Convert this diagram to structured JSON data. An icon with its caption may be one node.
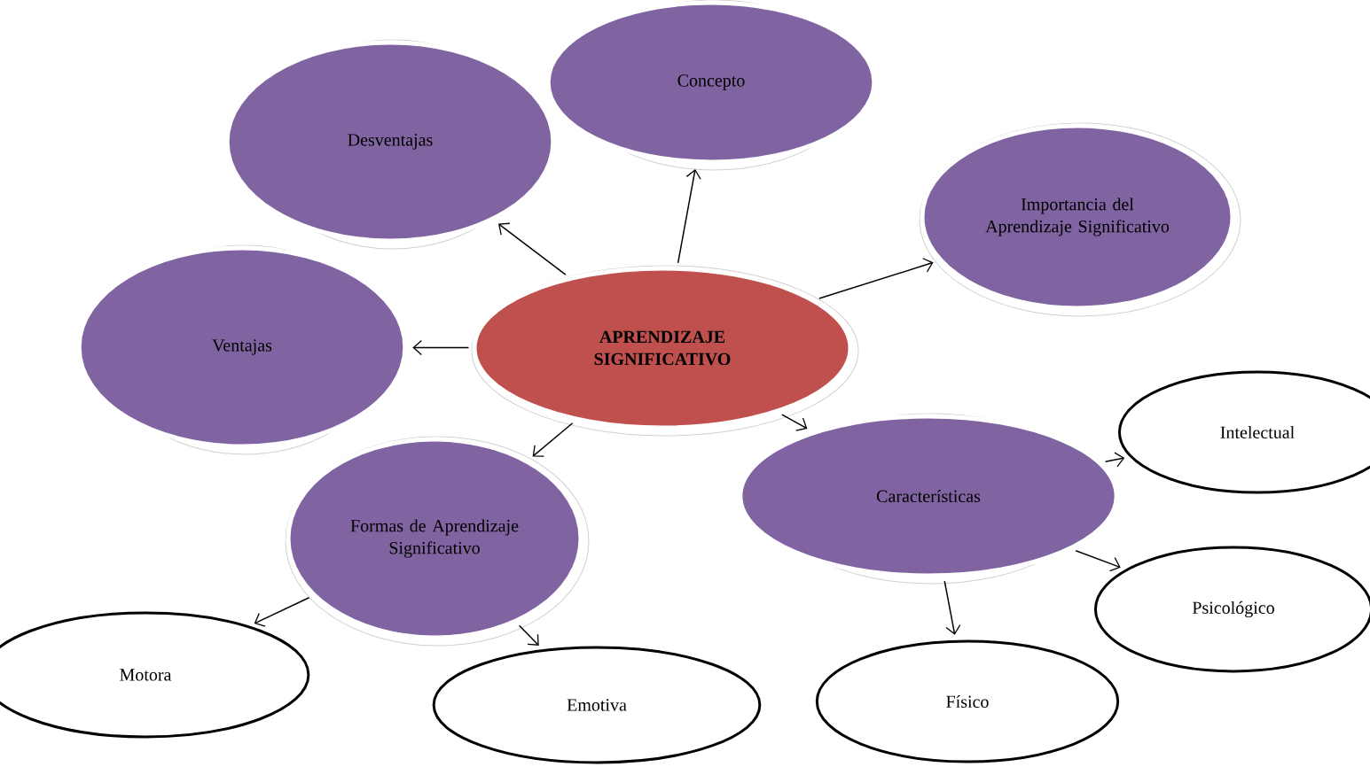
{
  "diagram": {
    "nodes": [
      {
        "text": [
          "APRENDIZAJE SIGNIFICATIVO"
        ]
      },
      {
        "text": [
          "Concepto"
        ]
      },
      {
        "text": [
          "Desventajas"
        ]
      },
      {
        "text": [
          "Importancia del Aprendizaje Significativo"
        ]
      },
      {
        "text": [
          "Ventajas"
        ]
      },
      {
        "text": [
          "Formas de Aprendizaje Significativo"
        ]
      },
      {
        "text": [
          "Características"
        ]
      },
      {
        "text": [
          "Intelectual"
        ]
      },
      {
        "text": [
          "Psicológico"
        ]
      },
      {
        "text": [
          "Motora"
        ]
      },
      {
        "text": [
          "Emotiva"
        ]
      },
      {
        "text": [
          "Físico"
        ]
      }
    ],
    "edges": [
      {
        "from": 0,
        "to": 1,
        "arrow": "to"
      },
      {
        "from": 0,
        "to": 2,
        "arrow": "to"
      },
      {
        "from": 0,
        "to": 3,
        "arrow": "to"
      },
      {
        "from": 0,
        "to": 4,
        "arrow": "to"
      },
      {
        "from": 0,
        "to": 5,
        "arrow": "to"
      },
      {
        "from": 0,
        "to": 6,
        "arrow": "to"
      },
      {
        "from": 6,
        "to": 7,
        "arrow": "to"
      },
      {
        "from": 6,
        "to": 8,
        "arrow": "to"
      },
      {
        "from": 6,
        "to": 11,
        "arrow": "to"
      },
      {
        "from": 5,
        "to": 9,
        "arrow": "to"
      },
      {
        "from": 5,
        "to": 10,
        "arrow": "to"
      }
    ]
  }
}
